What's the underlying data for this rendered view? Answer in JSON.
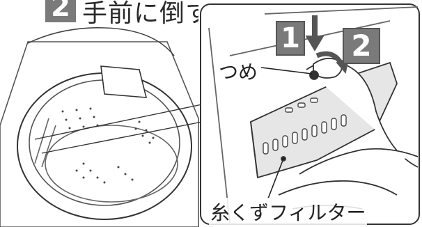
{
  "header": {
    "step_number": "2",
    "step_text": "手前に倒す"
  },
  "callouts": {
    "step1": "1",
    "step2": "2",
    "latch_label": "つめ",
    "filter_label": "糸くずフィルター"
  }
}
